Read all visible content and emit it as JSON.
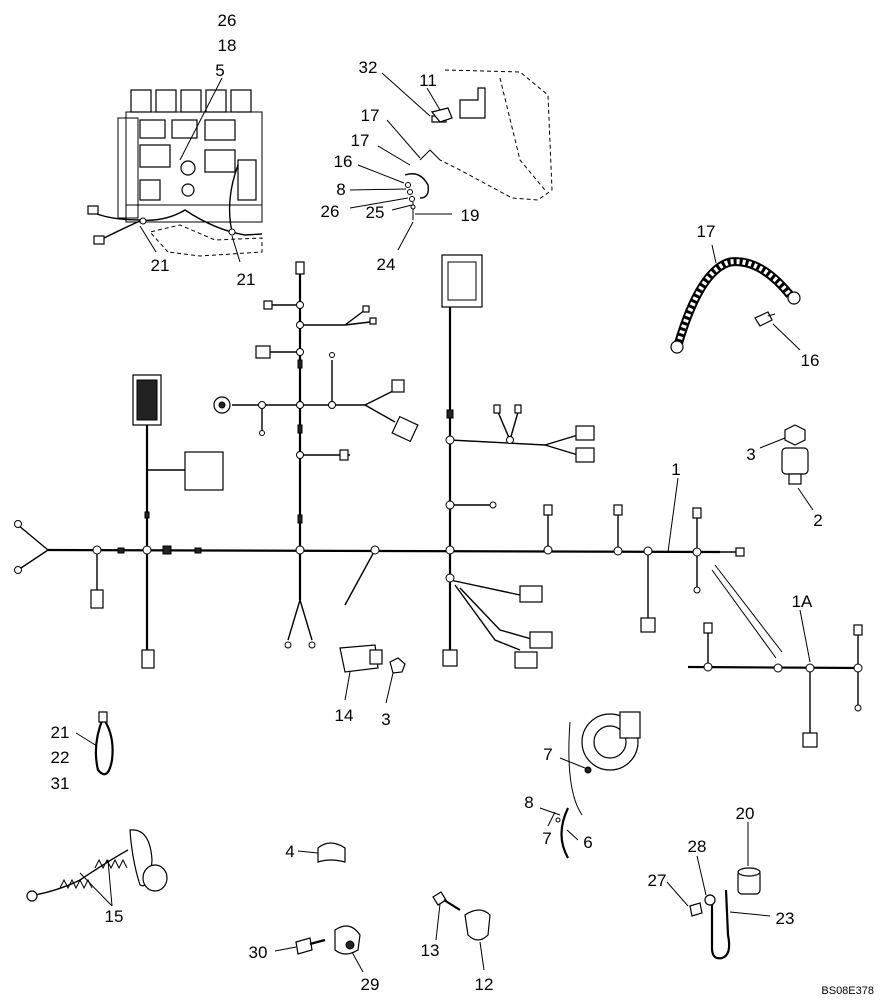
{
  "callouts": {
    "c26a": "26",
    "c18": "18",
    "c5": "5",
    "c21a": "21",
    "c21b": "21",
    "c32": "32",
    "c11": "11",
    "c17a": "17",
    "c17b": "17",
    "c16a": "16",
    "c8a": "8",
    "c26b": "26",
    "c25": "25",
    "c19": "19",
    "c24": "24",
    "c17c": "17",
    "c16b": "16",
    "c3a": "3",
    "c2": "2",
    "c1": "1",
    "c1A": "1A",
    "c14": "14",
    "c3b": "3",
    "c21c": "21",
    "c22": "22",
    "c31": "31",
    "c7a": "7",
    "c8b": "8",
    "c7b": "7",
    "c6": "6",
    "c4": "4",
    "c20": "20",
    "c28": "28",
    "c27": "27",
    "c23": "23",
    "c15": "15",
    "c30": "30",
    "c29": "29",
    "c13": "13",
    "c12": "12"
  },
  "reference": "BS08E378"
}
